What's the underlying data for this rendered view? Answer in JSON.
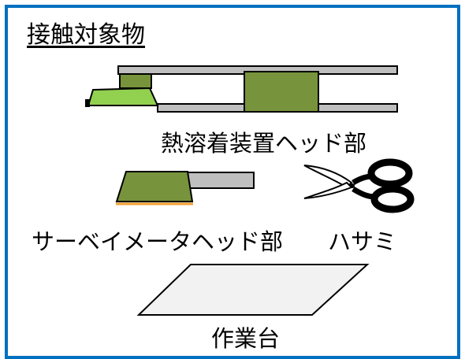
{
  "title": "接触対象物",
  "labels": {
    "heat_sealer_head": "熱溶着装置ヘッド部",
    "survey_meter_head": "サーベイメータヘッド部",
    "scissors": "ハサミ",
    "workbench": "作業台"
  },
  "colors": {
    "frame_border": "#0070c0",
    "pad_green": "#77933c",
    "pad_light_green": "#92d050",
    "rail_gray": "#bfbfbf",
    "orange_edge": "#f0a030",
    "bench_fill": "#f2f2f2"
  },
  "icons": [
    "heat-sealer-icon",
    "survey-meter-icon",
    "scissors-icon",
    "workbench-icon"
  ]
}
